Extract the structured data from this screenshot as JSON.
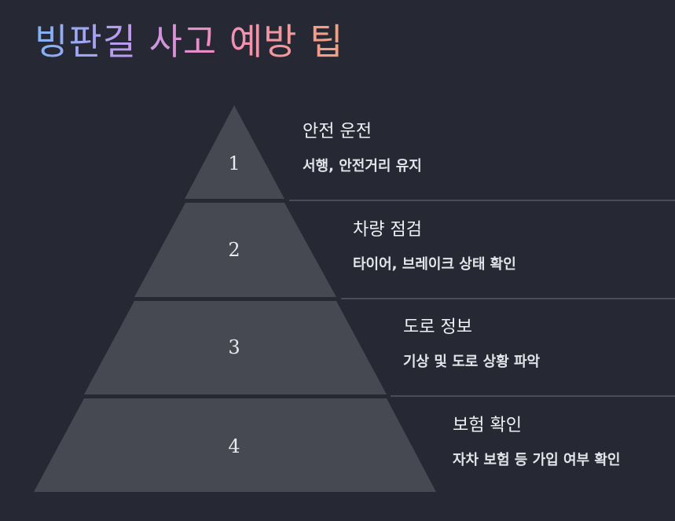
{
  "title": "빙판길 사고 예방 팁",
  "colors": {
    "background": "#262833",
    "tier_fill": "#464852",
    "divider": "#4a4c57",
    "title_gradient": [
      "#7fb3f5",
      "#b99cf2",
      "#f08cc0",
      "#f6a07c"
    ]
  },
  "steps": [
    {
      "number": "1",
      "title": "안전 운전",
      "description": "서행, 안전거리 유지"
    },
    {
      "number": "2",
      "title": "차량 점검",
      "description": "타이어, 브레이크 상태 확인"
    },
    {
      "number": "3",
      "title": "도로 정보",
      "description": "기상 및 도로 상황 파악"
    },
    {
      "number": "4",
      "title": "보험 확인",
      "description": "자차 보험 등 가입 여부 확인"
    }
  ]
}
